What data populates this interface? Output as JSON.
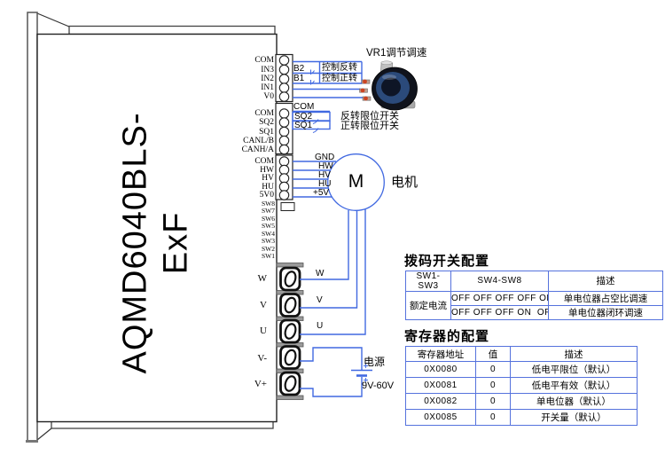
{
  "diagram": {
    "model": "AQMD6040BLS-ExF",
    "pin_groups": [
      {
        "pins": [
          "COM",
          "IN3",
          "IN2",
          "IN1",
          "V0"
        ]
      },
      {
        "pins": [
          "COM",
          "SQ2",
          "SQ1",
          "CANL/B",
          "CANH/A"
        ]
      },
      {
        "pins": [
          "COM",
          "HW",
          "HV",
          "HU",
          "5V0"
        ]
      }
    ],
    "dip_switches": [
      "SW8",
      "SW7",
      "SW6",
      "SW5",
      "SW4",
      "SW3",
      "SW2",
      "SW1"
    ],
    "terminals": [
      "W",
      "V",
      "U",
      "V-",
      "V+"
    ]
  },
  "wiring": {
    "input_switches": {
      "b2": "B2",
      "b2_desc": "控制反转",
      "b1": "B1",
      "b1_desc": "控制正转"
    },
    "vr1_label": "VR1调节调速",
    "limit_switches": {
      "com": "COM",
      "sq2": "SQ2",
      "sq2_desc": "反转限位开关",
      "sq1": "SQ1",
      "sq1_desc": "正转限位开关"
    },
    "hall_wires": [
      "GND",
      "HW",
      "HV",
      "HU",
      "+5V"
    ],
    "motor": {
      "symbol": "M",
      "label": "电机"
    },
    "phase_wires": [
      "W",
      "V",
      "U"
    ],
    "power": {
      "label": "电源",
      "range": "9V-60V"
    }
  },
  "dip_table": {
    "title": "拨码开关配置",
    "headers": [
      "SW1-SW3",
      "SW4-SW8",
      "描述"
    ],
    "sw13_value": "额定电流",
    "rows": [
      {
        "sw48": "OFF OFF OFF OFF OFF",
        "desc": "单电位器占空比调速"
      },
      {
        "sw48": "OFF OFF OFF ON  OFF",
        "desc": "单电位器闭环调速"
      }
    ]
  },
  "register_table": {
    "title": "寄存器的配置",
    "headers": [
      "寄存器地址",
      "值",
      "描述"
    ],
    "rows": [
      {
        "addr": "0X0080",
        "val": "0",
        "desc": "低电平限位（默认）"
      },
      {
        "addr": "0X0081",
        "val": "0",
        "desc": "低电平有效（默认）"
      },
      {
        "addr": "0X0082",
        "val": "0",
        "desc": "单电位器（默认）"
      },
      {
        "addr": "0X0085",
        "val": "0",
        "desc": "开关量（默认）"
      }
    ]
  },
  "colors": {
    "wire": "#4169E1",
    "table_border": "#5572dd"
  }
}
